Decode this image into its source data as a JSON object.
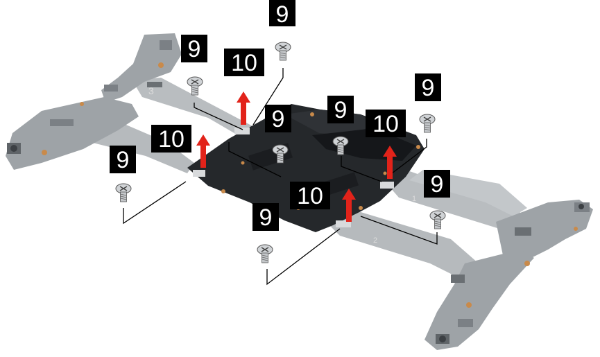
{
  "callouts": {
    "screw_step": "9",
    "connector_step": "10"
  },
  "cable_labels": {
    "cable_1": "1",
    "cable_2": "2",
    "cable_3": "3"
  },
  "colors": {
    "label_bg": "#000000",
    "label_text": "#ffffff",
    "arrow": "#e2231a",
    "board": "#25282b",
    "cable": "#b9bdc0",
    "subboard": "#9ea3a7"
  }
}
